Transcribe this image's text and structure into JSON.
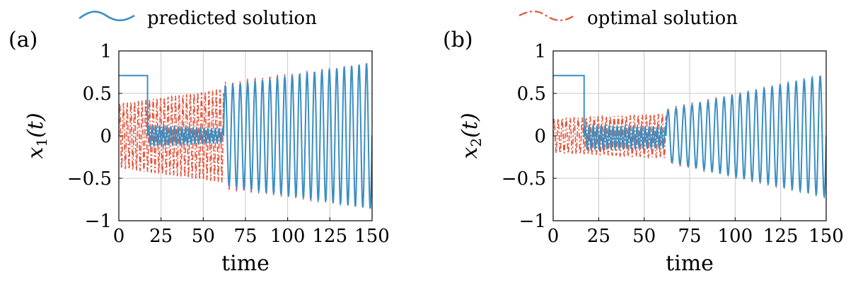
{
  "legend": {
    "predicted_label": "predicted solution",
    "optimal_label": "optimal solution"
  },
  "colors": {
    "predicted": "#3a8fc4",
    "optimal": "#e5533b",
    "grid": "#c8c8c8",
    "axis": "#000000"
  },
  "chart_data": [
    {
      "panel_label": "(a)",
      "type": "line",
      "xlabel": "time",
      "ylabel_main": "x",
      "ylabel_sub": "1",
      "ylabel_arg": "(t)",
      "xlim": [
        0,
        150
      ],
      "ylim": [
        -1,
        1
      ],
      "xticks": [
        0,
        25,
        50,
        75,
        100,
        125,
        150
      ],
      "xtick_labels": [
        "0",
        "25",
        "50",
        "75",
        "100",
        "125",
        "150"
      ],
      "yticks": [
        1,
        0.5,
        0,
        -0.5,
        -1
      ],
      "ytick_labels": [
        "1",
        "0.5",
        "0",
        "−0.5",
        "−1"
      ],
      "grid": true,
      "series": [
        {
          "name": "predicted solution",
          "style": "solid",
          "segments": [
            {
              "t_start": 0,
              "t_end": 17,
              "kind": "constant",
              "value": 0.71
            },
            {
              "t_start": 17,
              "t_end": 62,
              "kind": "oscillation",
              "amp_start": 0.12,
              "amp_end": 0.08,
              "period": 2.2,
              "offset": 0.0
            },
            {
              "t_start": 62,
              "t_end": 150,
              "kind": "oscillation",
              "amp_start": 0.58,
              "amp_end": 0.86,
              "period": 4.4,
              "offset": 0.0
            }
          ]
        },
        {
          "name": "optimal solution",
          "style": "dashdot",
          "segments": [
            {
              "t_start": 0,
              "t_end": 62,
              "kind": "oscillation",
              "amp_start": 0.38,
              "amp_end": 0.55,
              "period": 2.2,
              "offset": 0.0
            },
            {
              "t_start": 62,
              "t_end": 150,
              "kind": "oscillation",
              "amp_start": 0.62,
              "amp_end": 0.86,
              "period": 4.4,
              "offset": 0.0
            }
          ]
        }
      ]
    },
    {
      "panel_label": "(b)",
      "type": "line",
      "xlabel": "time",
      "ylabel_main": "x",
      "ylabel_sub": "2",
      "ylabel_arg": "(t)",
      "xlim": [
        0,
        150
      ],
      "ylim": [
        -1,
        1
      ],
      "xticks": [
        0,
        25,
        50,
        75,
        100,
        125,
        150
      ],
      "xtick_labels": [
        "0",
        "25",
        "50",
        "75",
        "100",
        "125",
        "150"
      ],
      "yticks": [
        1,
        0.5,
        0,
        -0.5,
        -1
      ],
      "ytick_labels": [
        "1",
        "0.5",
        "0",
        "−0.5",
        "−1"
      ],
      "grid": true,
      "series": [
        {
          "name": "predicted solution",
          "style": "solid",
          "segments": [
            {
              "t_start": 0,
              "t_end": 17,
              "kind": "constant",
              "value": 0.71
            },
            {
              "t_start": 17,
              "t_end": 62,
              "kind": "oscillation",
              "amp_start": 0.14,
              "amp_end": 0.12,
              "period": 2.2,
              "offset": -0.02
            },
            {
              "t_start": 62,
              "t_end": 150,
              "kind": "oscillation",
              "amp_start": 0.3,
              "amp_end": 0.72,
              "period": 4.4,
              "offset": 0.0
            }
          ]
        },
        {
          "name": "optimal solution",
          "style": "dashdot",
          "segments": [
            {
              "t_start": 0,
              "t_end": 62,
              "kind": "oscillation",
              "amp_start": 0.2,
              "amp_end": 0.26,
              "period": 2.2,
              "offset": 0.0
            },
            {
              "t_start": 62,
              "t_end": 150,
              "kind": "oscillation",
              "amp_start": 0.32,
              "amp_end": 0.72,
              "period": 4.4,
              "offset": 0.0
            }
          ]
        }
      ]
    }
  ]
}
